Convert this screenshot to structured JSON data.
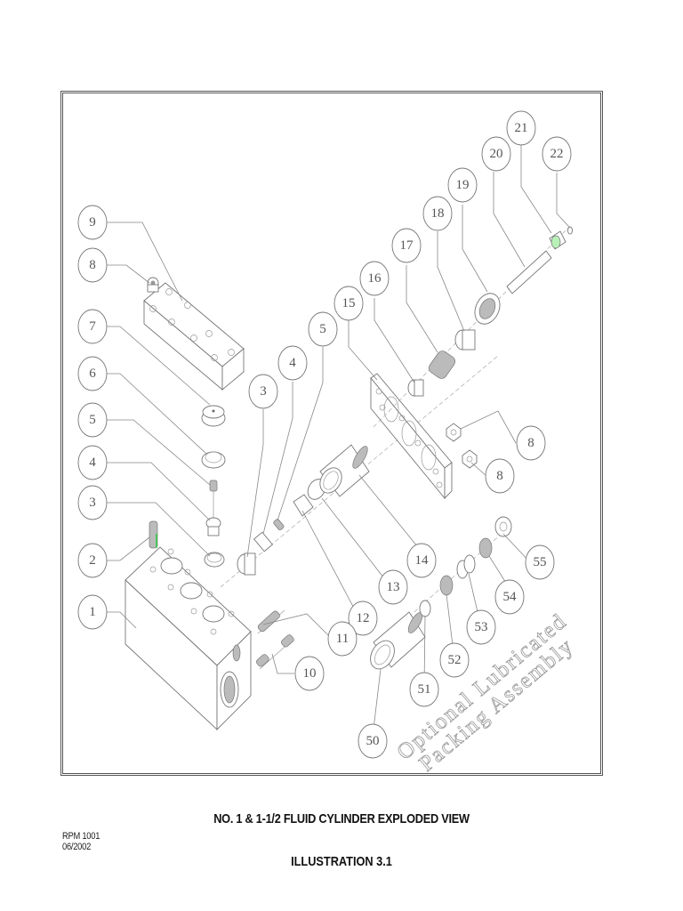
{
  "document": {
    "title": "NO. 1 & 1-1/2 FLUID CYLINDER EXPLODED VIEW",
    "illustration": "ILLUSTRATION 3.1",
    "doc_number": "RPM 1001",
    "doc_date": "06/2002"
  },
  "diagram": {
    "type": "exploded-view",
    "watermark_line1": "Optional Lubricated",
    "watermark_line2": "Packing Assembly",
    "balloons": [
      {
        "id": "b9",
        "label": "9"
      },
      {
        "id": "b8a",
        "label": "8"
      },
      {
        "id": "b7",
        "label": "7"
      },
      {
        "id": "b6",
        "label": "6"
      },
      {
        "id": "b5a",
        "label": "5"
      },
      {
        "id": "b4a",
        "label": "4"
      },
      {
        "id": "b3a",
        "label": "3"
      },
      {
        "id": "b2",
        "label": "2"
      },
      {
        "id": "b1",
        "label": "1"
      },
      {
        "id": "b3b",
        "label": "3"
      },
      {
        "id": "b4b",
        "label": "4"
      },
      {
        "id": "b5b",
        "label": "5"
      },
      {
        "id": "b15",
        "label": "15"
      },
      {
        "id": "b16",
        "label": "16"
      },
      {
        "id": "b17",
        "label": "17"
      },
      {
        "id": "b18",
        "label": "18"
      },
      {
        "id": "b19",
        "label": "19"
      },
      {
        "id": "b20",
        "label": "20"
      },
      {
        "id": "b21",
        "label": "21"
      },
      {
        "id": "b22",
        "label": "22"
      },
      {
        "id": "b8b",
        "label": "8"
      },
      {
        "id": "b8c",
        "label": "8"
      },
      {
        "id": "b14",
        "label": "14"
      },
      {
        "id": "b13",
        "label": "13"
      },
      {
        "id": "b12",
        "label": "12"
      },
      {
        "id": "b11",
        "label": "11"
      },
      {
        "id": "b10",
        "label": "10"
      },
      {
        "id": "b55",
        "label": "55"
      },
      {
        "id": "b54",
        "label": "54"
      },
      {
        "id": "b53",
        "label": "53"
      },
      {
        "id": "b52",
        "label": "52"
      },
      {
        "id": "b51",
        "label": "51"
      },
      {
        "id": "b50",
        "label": "50"
      }
    ]
  }
}
